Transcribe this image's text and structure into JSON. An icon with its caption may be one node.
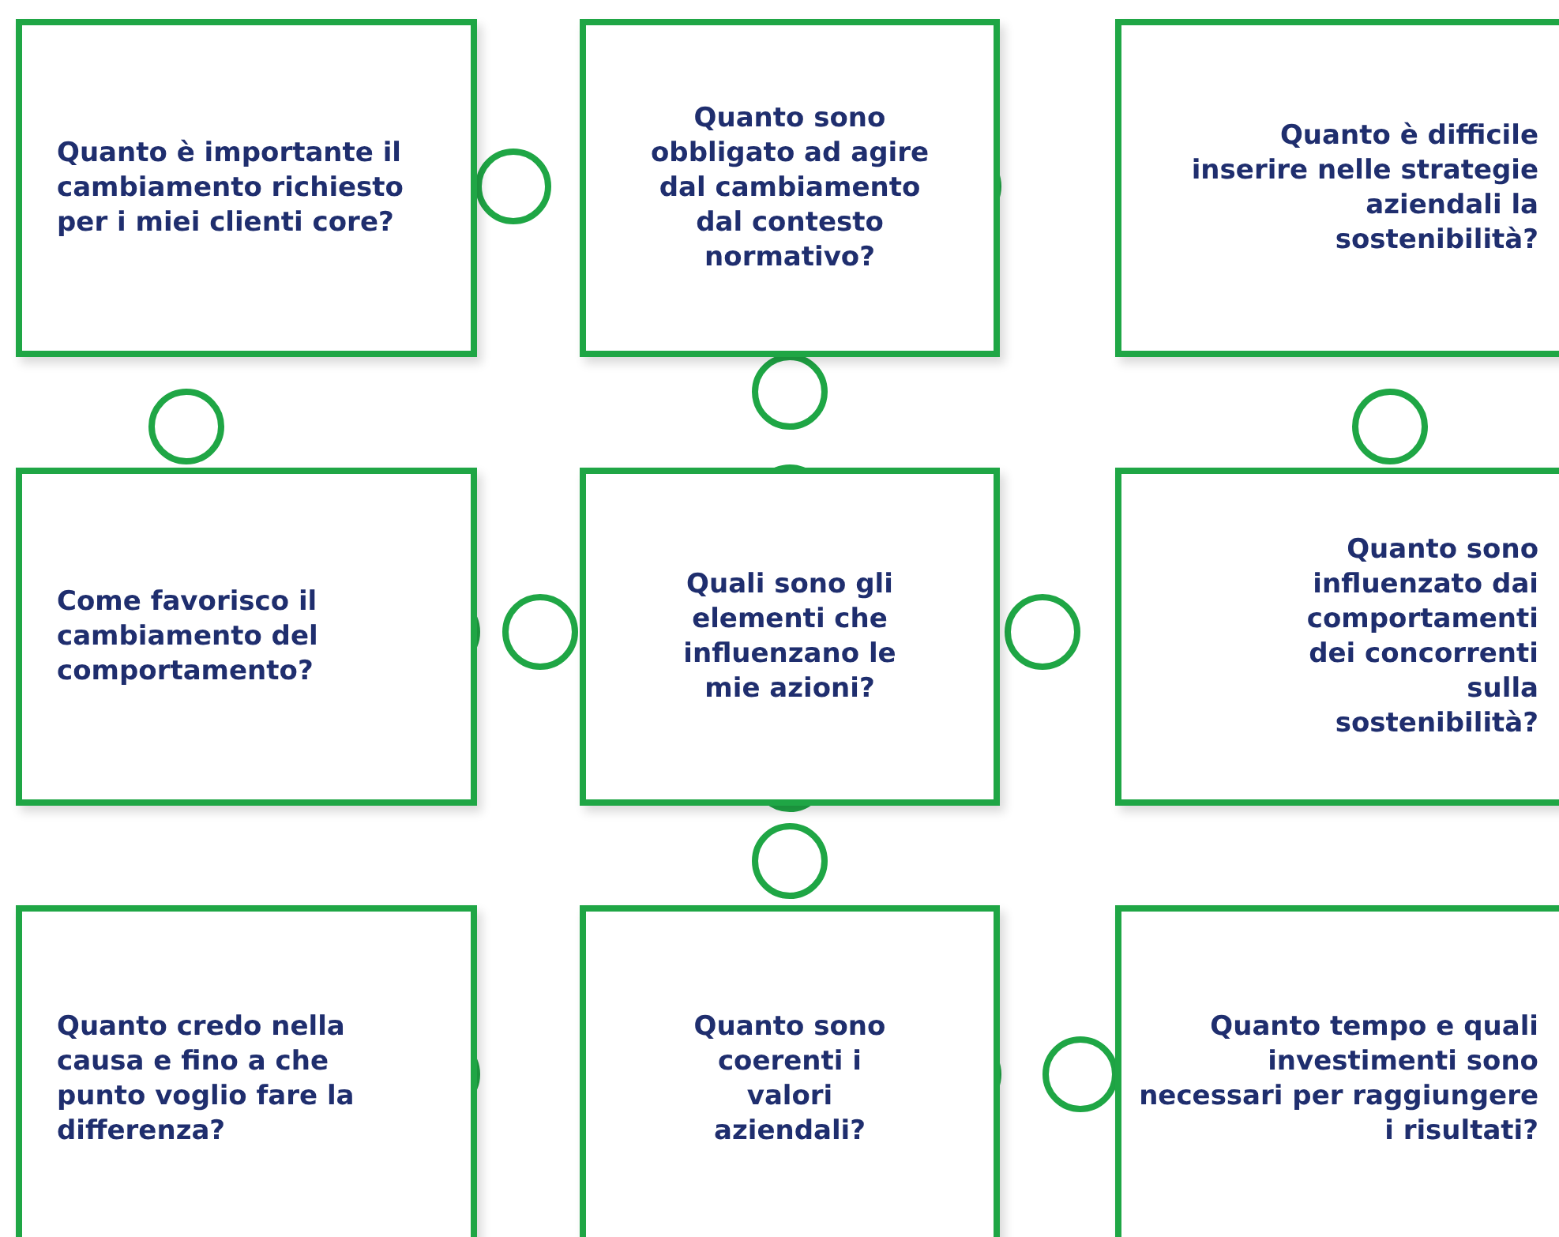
{
  "diagram": {
    "nodes": [
      {
        "text": [
          "Quanto è importante il cambiamento richiesto per i miei clienti core?"
        ]
      },
      {
        "text": [
          "Quanto sono obbligato ad agire dal cambiamento dal contesto normativo?"
        ]
      },
      {
        "text": [
          "Quanto è difficile inserire nelle strategie aziendali la sostenibilità?"
        ]
      },
      {
        "text": [
          "Come favorisco il cambiamento del comportamento?"
        ]
      },
      {
        "text": [
          "Quali sono gli elementi che influenzano le mie azioni?"
        ]
      },
      {
        "text": [
          "Quanto sono influenzato dai comportamenti dei concorrenti sulla sostenibilità?"
        ]
      },
      {
        "text": [
          "Quanto credo nella causa e fino a che punto voglio fare la differenza?"
        ]
      },
      {
        "text": [
          "Quanto sono coerenti i valori aziendali?"
        ]
      },
      {
        "text": [
          "Quanto tempo e quali investimenti sono necessari per raggiungere i risultati?"
        ]
      }
    ]
  }
}
